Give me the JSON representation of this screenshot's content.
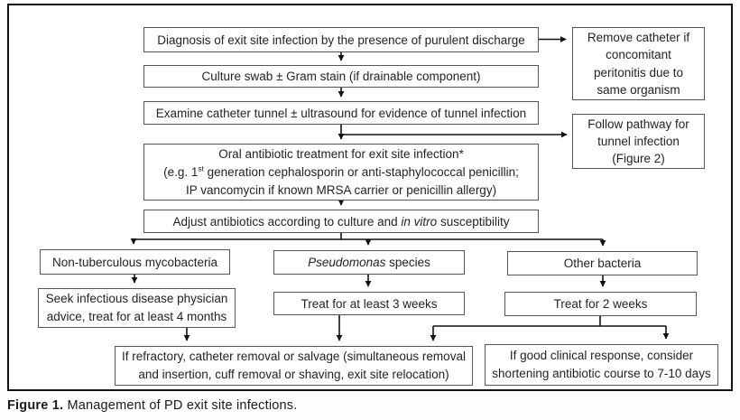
{
  "figure": {
    "caption_label": "Figure 1.",
    "caption_text": " Management of PD exit site infections."
  },
  "colors": {
    "frame_border": "#121212",
    "node_border": "#53555c",
    "arrow": "#111111",
    "background": "#ffffff"
  },
  "boxes": {
    "diagnosis": {
      "text": "Diagnosis of exit site infection by the presence of purulent discharge"
    },
    "remove_catheter": {
      "text": "Remove catheter if concomitant peritonitis due to same organism"
    },
    "culture": {
      "text": "Culture swab ± Gram stain (if drainable component)"
    },
    "examine": {
      "text": "Examine catheter tunnel ± ultrasound for evidence of tunnel infection"
    },
    "follow_pathway": {
      "text": "Follow pathway for tunnel infection (Figure 2)"
    },
    "oral": {
      "line1": "Oral antibiotic treatment for exit site infection*",
      "line2_pre": "(e.g. 1",
      "line2_sup": "st",
      "line2_post": " generation cephalosporin or anti-staphylococcal penicillin;",
      "line3": "IP vancomycin if known MRSA carrier or penicillin allergy)"
    },
    "adjust": {
      "pre": "Adjust antibiotics according to culture and ",
      "italic": "in vitro",
      "post": " susceptibility"
    },
    "ntm": {
      "text": "Non-tuberculous mycobacteria"
    },
    "pseudomonas": {
      "italic": "Pseudomonas",
      "post": " species"
    },
    "other_bacteria": {
      "text": "Other bacteria"
    },
    "seek": {
      "text": "Seek infectious disease physician advice, treat for at least 4 months"
    },
    "treat3": {
      "text": "Treat for at least 3 weeks"
    },
    "treat2": {
      "text": "Treat for 2 weeks"
    },
    "refractory": {
      "text": "If refractory, catheter removal or salvage (simultaneous removal and insertion, cuff removal or shaving, exit site relocation)"
    },
    "good_response": {
      "text": "If good clinical response, consider shortening antibiotic course to 7-10 days"
    }
  }
}
